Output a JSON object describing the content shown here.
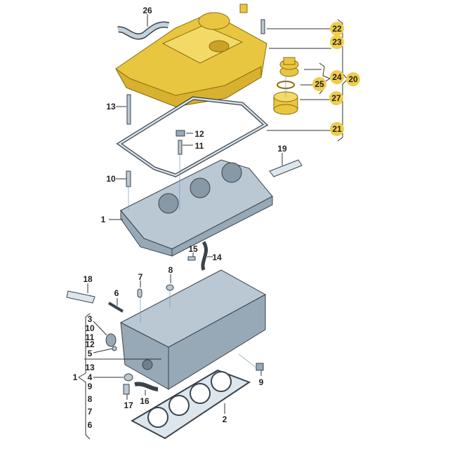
{
  "diagram": {
    "title_hidden": null,
    "callouts": [
      {
        "label": "26"
      },
      {
        "label": "13"
      },
      {
        "label": "12"
      },
      {
        "label": "11"
      },
      {
        "label": "10"
      },
      {
        "label": "19"
      },
      {
        "label": "1"
      },
      {
        "label": "15"
      },
      {
        "label": "14"
      },
      {
        "label": "18"
      },
      {
        "label": "7"
      },
      {
        "label": "8"
      },
      {
        "label": "6"
      },
      {
        "label": "9"
      },
      {
        "label": "17"
      },
      {
        "label": "16"
      },
      {
        "label": "2"
      }
    ],
    "bracket_group": {
      "label": "1",
      "items": [
        "3",
        "10",
        "11",
        "12",
        "5",
        "13",
        "4",
        "9",
        "8",
        "7",
        "6"
      ]
    },
    "gold_callouts": [
      {
        "label": "22"
      },
      {
        "label": "23"
      },
      {
        "label": "24"
      },
      {
        "label": "25"
      },
      {
        "label": "27"
      },
      {
        "label": "21"
      },
      {
        "label": "20"
      }
    ],
    "colors": {
      "gold_badge": "#f0cd4a",
      "cover": "#e9c640",
      "metal": "#b9c8d3"
    }
  }
}
